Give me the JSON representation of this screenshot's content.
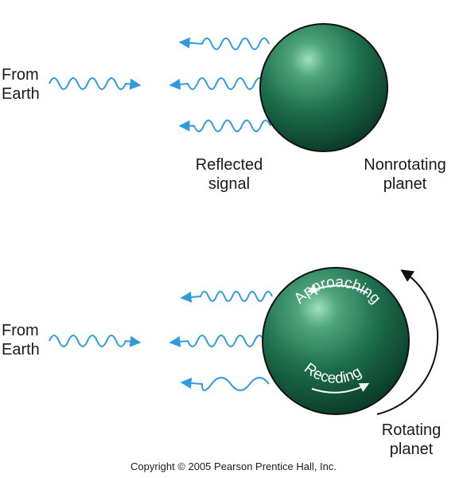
{
  "top_panel": {
    "source_label": "From\nEarth",
    "reflected_label": "Reflected\nsignal",
    "planet_label": "Nonrotating\nplanet"
  },
  "bottom_panel": {
    "source_label": "From\nEarth",
    "approaching_label": "Approaching",
    "receding_label": "Receding",
    "planet_label": "Rotating\nplanet"
  },
  "colors": {
    "wave": "#2e9be0",
    "planet_dark": "#0f4a34",
    "planet_mid": "#1f7a55",
    "planet_light": "#7fcfa5"
  },
  "copyright": "Copyright © 2005 Pearson Prentice Hall, Inc."
}
